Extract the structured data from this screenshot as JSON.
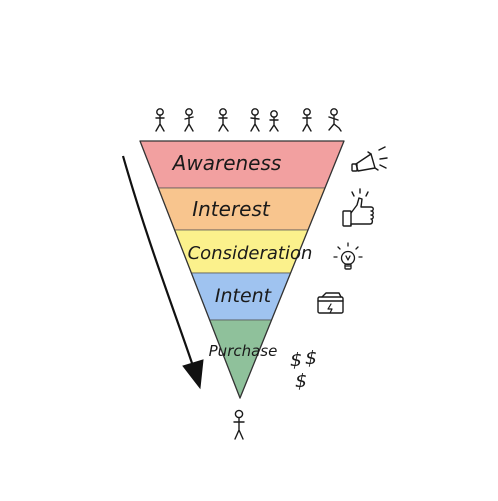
{
  "funnel": {
    "stages": [
      {
        "label": "Awareness",
        "color": "#f2a0a0"
      },
      {
        "label": "Interest",
        "color": "#f8c58e"
      },
      {
        "label": "Consideration",
        "color": "#fbf18c"
      },
      {
        "label": "Intent",
        "color": "#9fc3f0"
      },
      {
        "label": "Purchase",
        "color": "#8fc19b"
      }
    ]
  },
  "icons": {
    "awareness": "megaphone-icon",
    "interest": "thumbs-up-icon",
    "consideration": "lightbulb-icon",
    "intent": "wallet-icon",
    "purchase": "dollar-signs-icon"
  },
  "purchase_symbols": [
    "$",
    "$",
    "$"
  ]
}
